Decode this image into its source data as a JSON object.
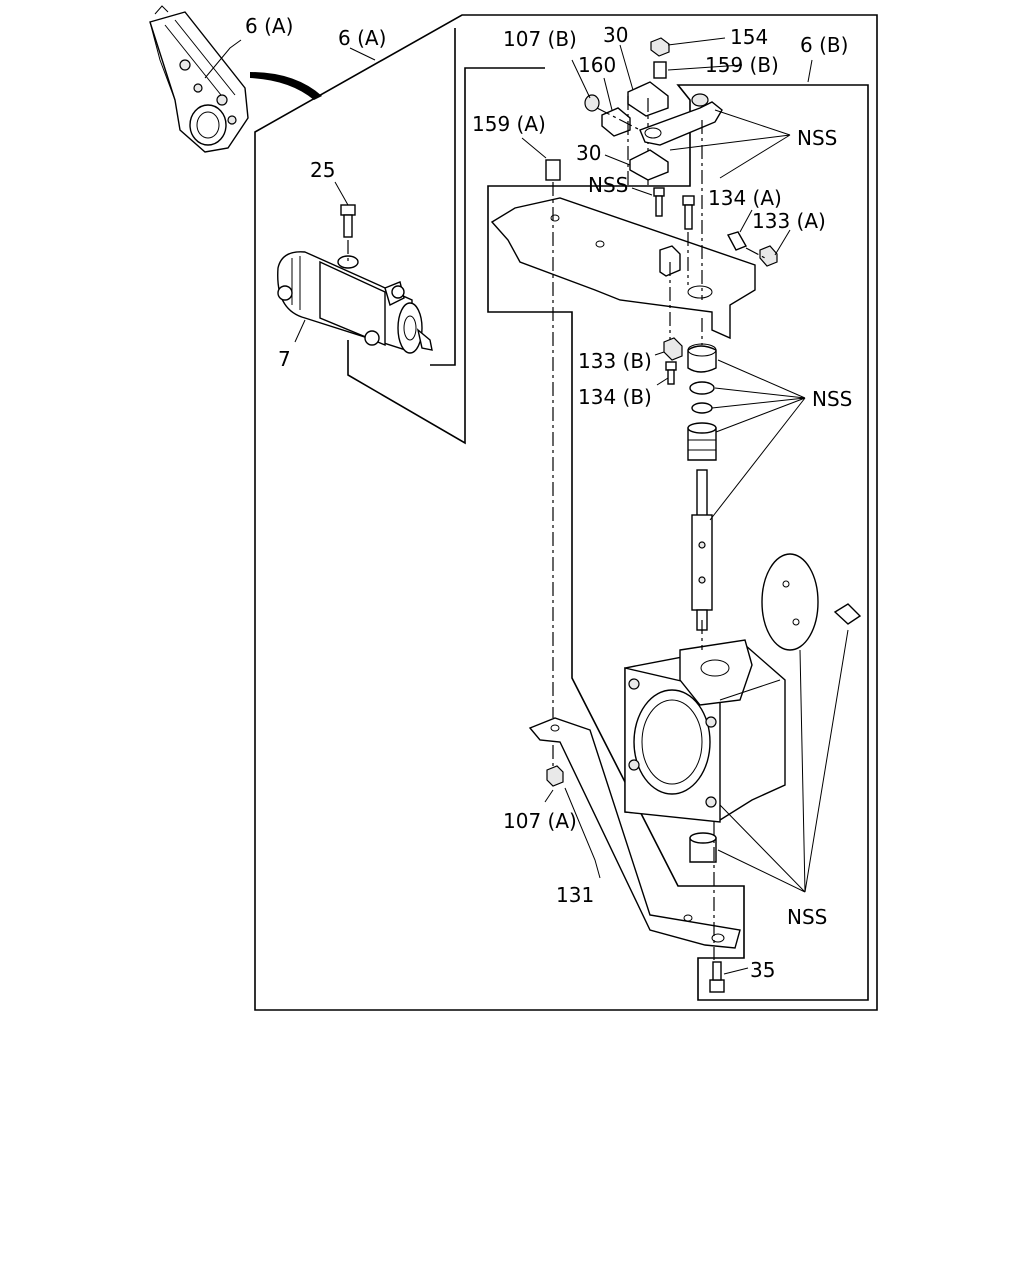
{
  "labels": {
    "l6a_top": "6 (A)",
    "l6a": "6 (A)",
    "l6b": "6 (B)",
    "l107b": "107 (B)",
    "l30_top": "30",
    "l154": "154",
    "l160": "160",
    "l159b": "159 (B)",
    "l159a": "159 (A)",
    "l30_mid": "30",
    "lnss1": "NSS",
    "lnss2": "NSS",
    "l134a": "134 (A)",
    "l133a": "133 (A)",
    "l25": "25",
    "l7": "7",
    "l133b": "133 (B)",
    "l134b": "134 (B)",
    "lnss3": "NSS",
    "l107a": "107 (A)",
    "l131": "131",
    "lnss4": "NSS",
    "l35": "35"
  }
}
